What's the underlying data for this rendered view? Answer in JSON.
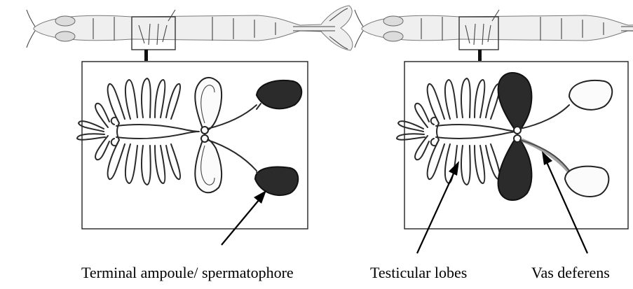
{
  "labels": {
    "ampoule": "Terminal ampoule/ spermatophore",
    "testicular": "Testicular lobes",
    "vas": "Vas deferens"
  }
}
